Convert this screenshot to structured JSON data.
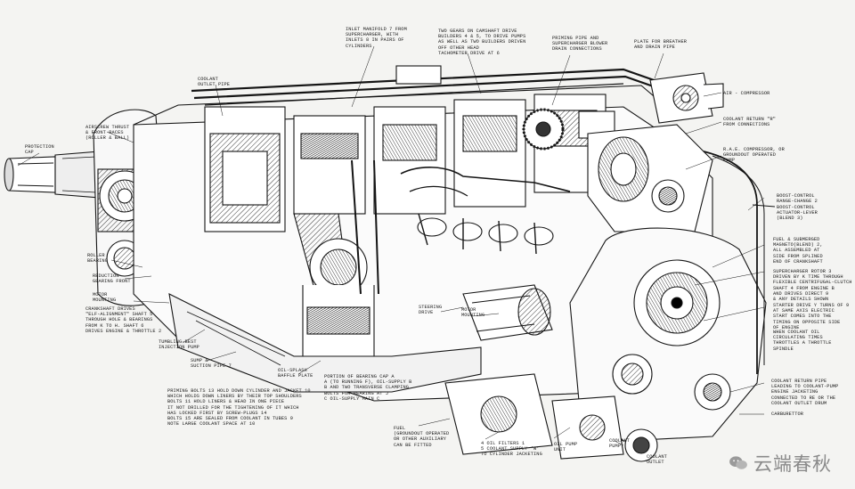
{
  "diagram": {
    "labels": {
      "inlet_manifold": "INLET MANIFOLD 7 FROM\nSUPERCHARGER, WITH\nINLETS 8 IN PAIRS OF\nCYLINDERS",
      "two_gears": "TWO GEARS ON CAMSHAFT DRIVE\nBUILDERS 4 & 5, TO DRIVE PUMPS\nAS WELL AS TWO BUILDERS DRIVEN\nOFF OTHER HEAD\nTACHOMETER DRIVE AT 6",
      "priming_pipe": "PRIMING PIPE AND\nSUPERCHARGER BLOWER\nDRAIN CONNECTIONS",
      "plate_for_breather": "PLATE FOR BREATHER\nAND DRAIN PIPE",
      "coolant_outlet": "COOLANT\nOUTLET PIPE",
      "air_compressor": "AIR - COMPRESSOR",
      "coolant_return": "COOLANT RETURN \"R\"\nFROM CONNECTIONS",
      "rae_compressor": "R.A.E. COMPRESSOR, OR\nGROUNDOUT OPERATED\nPUMP",
      "airscrew_thrust": "AIRSCREW THRUST\n& FRONT RACES\n(ROLLER & BALL)",
      "protection_cap": "PROTECTION\nCAP",
      "boost_control": "BOOST-CONTROL\nRANGE-CHANGE 2",
      "boost_actuator": "BOOST-CONTROL\nACTUATOR-LEVER\n(BLEND 3)",
      "fuel_pumps": "FUEL & SUBMERGED\nMAGNETO(BLEND) 2,\nALL ASSEMBLED AT\nSIDE FROM SPLINED\nEND OF CRANKSHAFT",
      "supercharger_rotor": "SUPERCHARGER ROTOR 3\nDRIVEN BY K TIME THROUGH\nFLEXIBLE CENTRIFUGAL-CLUTCH\nSHAFT 4 FROM ENGINE B\nAND DRIVES DIRECT 9\n& ANY DETAILS SHOWN",
      "starter_drive": "STARTER DRIVE Y TURNS OF 9\nAT SAME AXIS ELECTRIC\nSTART COMES INTO THE\nTIMING ON OPPOSITE SIDE\nOF ENGINE",
      "coolant_circulator": "WHEN COOLANT OIL\nCIRCULATING TIMES\nTHROTTLES A THROTTLE\nSPINDLE",
      "coolant_return_pipe": "COOLANT RETURN PIPE\nLEADING TO COOLANT-PUMP\nENGINE JACKETING\nCONNECTED TO RE OR THE\nCOOLANT OUTLET DRUM",
      "carburettor": "CARBURETTOR",
      "roller_bearing": "ROLLER\nBEARING",
      "reduction_gear": "REDUCTION\nGEARING FRONT",
      "motor_mounting": "MOTOR\nMOUNTING",
      "crankshaft_thrust": "CRANKSHAFT DRIVES\n\"ELF-ALIGNMENT\" SHAFT 5\nTHROUGH HOLE & BEARINGS\nFROM K TO H. SHAFT 6\nDRIVES ENGINE & THROTTLE 2",
      "tumbling_drive": "TUMBLING-BEST\nINJECTION PUMP",
      "sump_pipe": "SUMP &\nSUCTION PIPE 7",
      "oil_splash": "OIL-SPLASH\nBAFFLE PLATE",
      "portion_bearing": "PORTION OF BEARING CAP A\nA (TO RUNNING F), OIL-SUPPLY B\nB AND TWO TRANSVERSE CLAMPING\nBOLTS FOR BEARING AT J\nC OIL-SUPPLY MAIN C",
      "priming_bolts": "PRIMING BOLTS 13 HOLD DOWN CYLINDER AND JACKET 10\nWHICH HOLDS DOWN LINERS BY THEIR TOP SHOULDERS\nBOLTS 11 HOLD LINERS & HEAD IN ONE PIECE\nIT NOT DRILLED FOR THE TIGHTENING OF IT WHICH\nHAS LOCKED FIRST BY SCREW-PLUGS 14\nBOLTS 15 ARE SEALED FROM COOLANT IN TUBES 9\nNOTE LARGE COOLANT SPACE AT 10",
      "steering_drive": "STEERING\nDRIVE",
      "motor_mounting_2": "MOTOR\nMOUNTING",
      "fuel_groundout": "FUEL\n(GROUNDOUT OPERATED\nor other Auxiliary\ncan be fitted",
      "oil_filters": "4 OIL FILTERS 1\n5 COOLANT SUPPLY 'W'\nTO CYLINDER JACKETING",
      "oil_pump_unit": "OIL PUMP\nUNIT",
      "coolant_pump": "COOLANT\nPUMP",
      "coolant_outlet_2": "COOLANT\nOUTLET"
    },
    "watermark": {
      "text": "云端春秋"
    }
  }
}
